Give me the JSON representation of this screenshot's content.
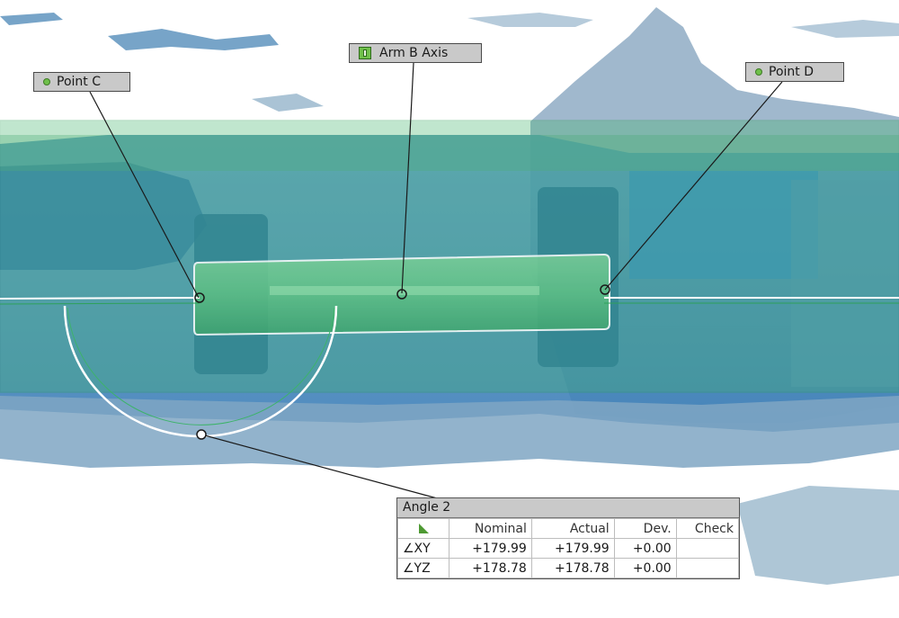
{
  "callouts": {
    "point_c": "Point C",
    "point_d": "Point D",
    "axis": "Arm B Axis"
  },
  "angle_table": {
    "title": "Angle 2",
    "columns": [
      "Nominal",
      "Actual",
      "Dev.",
      "Check"
    ],
    "rows": [
      {
        "label": "∠XY",
        "nominal": "+179.99",
        "actual": "+179.99",
        "dev": "+0.00",
        "check": ""
      },
      {
        "label": "∠YZ",
        "nominal": "+178.78",
        "actual": "+178.78",
        "dev": "+0.00",
        "check": ""
      }
    ]
  },
  "icons": {
    "point": "green-dot-icon",
    "axis": "axis-icon",
    "angle": "angle-corner-icon"
  },
  "colors": {
    "scan_blue": "#3a86c4",
    "scan_light": "#8fb6d2",
    "plane_green": "#3db36a",
    "cylinder_green": "#6fd08a",
    "callout_bg": "#c9c9c9",
    "point_green": "#6fc04a"
  }
}
